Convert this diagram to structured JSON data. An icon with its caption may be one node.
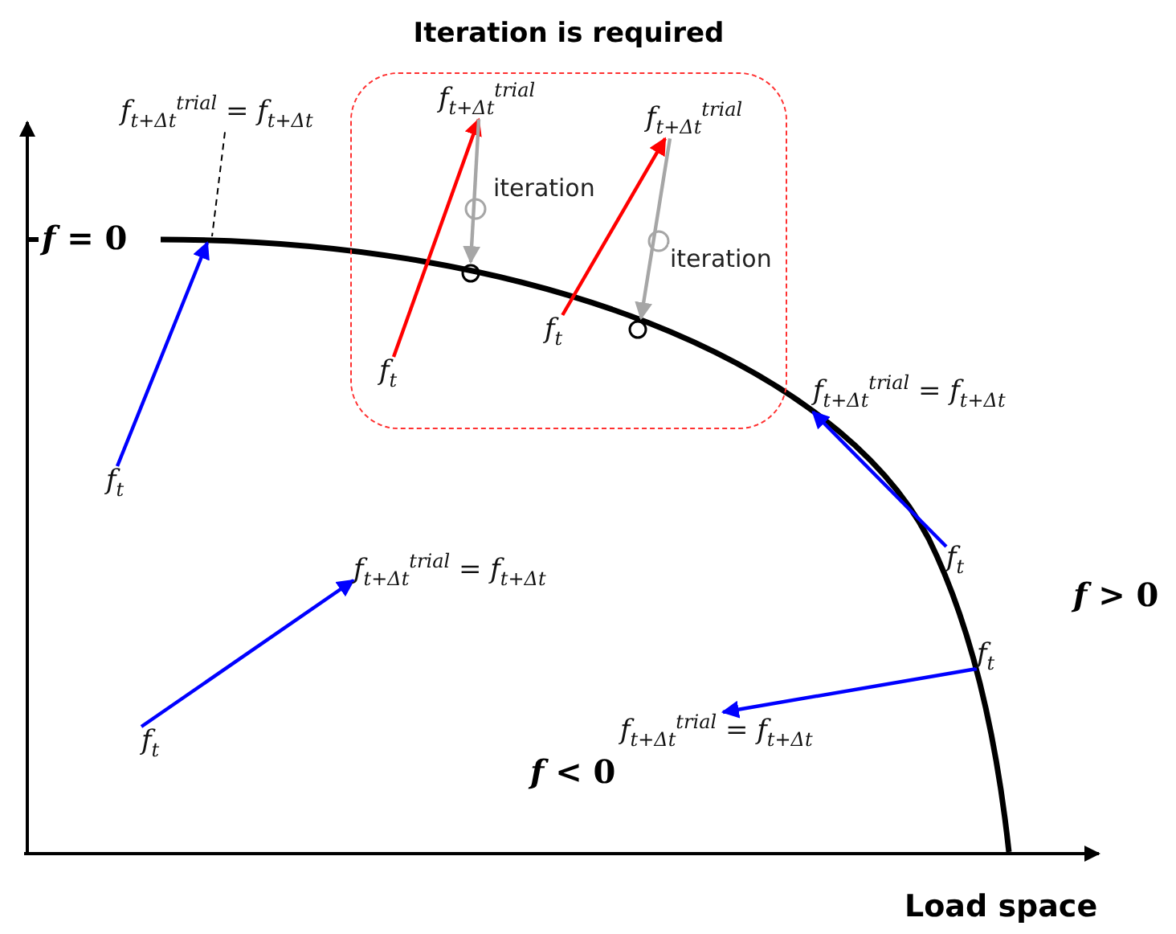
{
  "diagram": {
    "nodes": [
      {
        "text": [
          "Iteration is required"
        ]
      },
      {
        "text": [
          "f$_{t+Δt}$$^{trial}$"
        ],
        "in": 0
      },
      {
        "text": [
          "f$_{t}$"
        ],
        "in": 0
      },
      {
        "text": [
          "f$_{t+Δt}$$^{trial}$"
        ],
        "in": 0
      },
      {
        "text": [
          "f$_{t}$"
        ],
        "in": 0
      },
      {
        "text": [],
        "shape": "circle",
        "in": 0
      },
      {
        "text": [],
        "shape": "circle",
        "in": 0
      },
      {
        "text": [
          "f$_{t+Δt}$$^{trial}$ = f$_{t+Δt}$"
        ]
      },
      {
        "text": [
          "f$_{t}$"
        ]
      },
      {
        "text": [
          "f$_{t+Δt}$$^{trial}$ = f$_{t+Δt}$"
        ]
      },
      {
        "text": [
          "f$_{t}$"
        ]
      },
      {
        "text": [
          "f$_{t+Δt}$$^{trial}$ = f$_{t+Δt}$"
        ]
      },
      {
        "text": [
          "f$_{t}$"
        ]
      },
      {
        "text": [
          "f$_{t}$"
        ]
      },
      {
        "text": [
          "f$_{t+Δt}$$^{trial}$ = f$_{t+Δt}$"
        ]
      }
    ],
    "edges": [
      {
        "from": 2,
        "to": 1,
        "arrow": "to",
        "color": "#ff0000"
      },
      {
        "from": 4,
        "to": 3,
        "arrow": "to",
        "color": "#ff0000"
      },
      {
        "from": 1,
        "to": 5,
        "arrow": "to",
        "label": "iteration",
        "color": "#a6a6a6"
      },
      {
        "from": 3,
        "to": 6,
        "arrow": "to",
        "label": "iteration",
        "color": "#a6a6a6"
      },
      {
        "from": 8,
        "to": null,
        "arrow": "to",
        "color": "#0000ff"
      },
      {
        "from": 7,
        "to": null,
        "arrow": "none",
        "style": "dashed",
        "color": "#000000"
      },
      {
        "from": 10,
        "to": 9,
        "arrow": "to",
        "color": "#0000ff"
      },
      {
        "from": 12,
        "to": 11,
        "arrow": "to",
        "color": "#0000ff"
      },
      {
        "from": 13,
        "to": 14,
        "arrow": "to",
        "color": "#0000ff"
      }
    ],
    "labels": [
      "*f* = 0",
      "*f* > 0",
      "*f* < 0",
      "Load space"
    ]
  }
}
